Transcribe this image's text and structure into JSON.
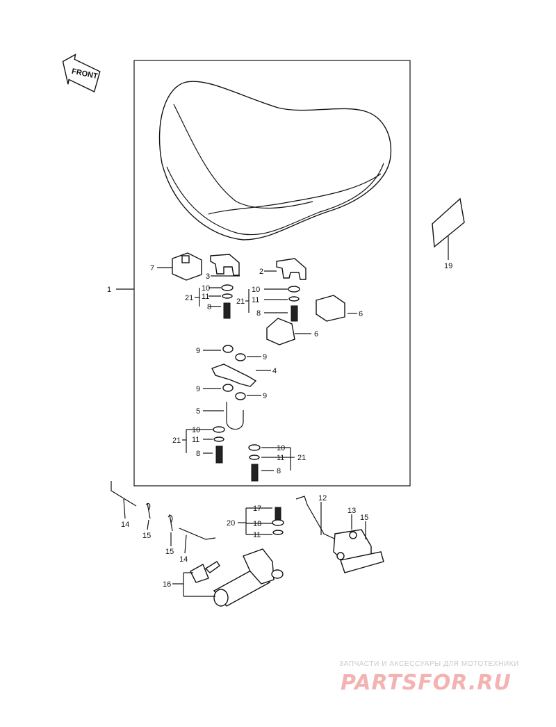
{
  "front_label": "FRONT",
  "callouts": {
    "c1": "1",
    "c2": "2",
    "c3": "3",
    "c4": "4",
    "c5": "5",
    "c6a": "6",
    "c6b": "6",
    "c7": "7",
    "c8a": "8",
    "c8b": "8",
    "c8c": "8",
    "c8d": "8",
    "c9a": "9",
    "c9b": "9",
    "c9c": "9",
    "c9d": "9",
    "c10a": "10",
    "c10b": "10",
    "c10c": "10",
    "c10d": "10",
    "c11a": "11",
    "c11b": "11",
    "c11c": "11",
    "c11d": "11",
    "c11e": "11",
    "c12": "12",
    "c13": "13",
    "c14a": "14",
    "c14b": "14",
    "c15a": "15",
    "c15b": "15",
    "c15c": "15",
    "c16": "16",
    "c17": "17",
    "c18": "18",
    "c19": "19",
    "c20": "20",
    "c21a": "21",
    "c21b": "21",
    "c21c": "21",
    "c21d": "21"
  },
  "watermark": {
    "tagline": "ЗАПЧАСТИ И АКСЕССУАРЫ ДЛЯ МОТОТЕХНИКИ",
    "brand": "PARTSFOR.RU",
    "color": "#f4b3b3"
  }
}
